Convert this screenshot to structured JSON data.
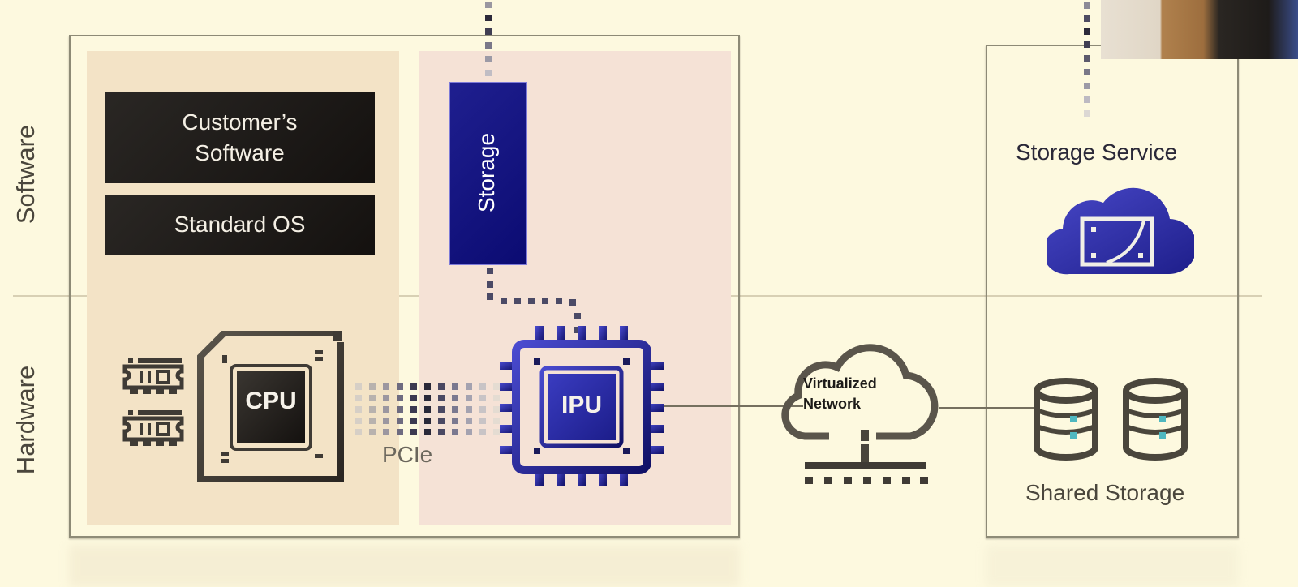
{
  "diagram": {
    "row_labels": {
      "software": "Software",
      "hardware": "Hardware"
    },
    "host": {
      "software_stack": [
        "Customer’s\nSoftware",
        "Standard OS"
      ],
      "cpu_label": "CPU",
      "memory_modules": 2
    },
    "ipu": {
      "storage_block_label": "Storage",
      "chip_label": "IPU"
    },
    "interconnect": {
      "pcie_label": "PCIe"
    },
    "network": {
      "label_line1": "Virtualized",
      "label_line2": "Network"
    },
    "remote": {
      "service_title": "Storage Service",
      "shared_storage_label": "Shared Storage",
      "database_count": 2
    },
    "colors": {
      "background": "#fdf9df",
      "host_panel": "#f3e3c6",
      "ipu_panel": "#f5e2d6",
      "accent_blue": "#2e2fa8",
      "dark": "#3f3b35",
      "indicator_teal": "#4fb8c0"
    }
  }
}
